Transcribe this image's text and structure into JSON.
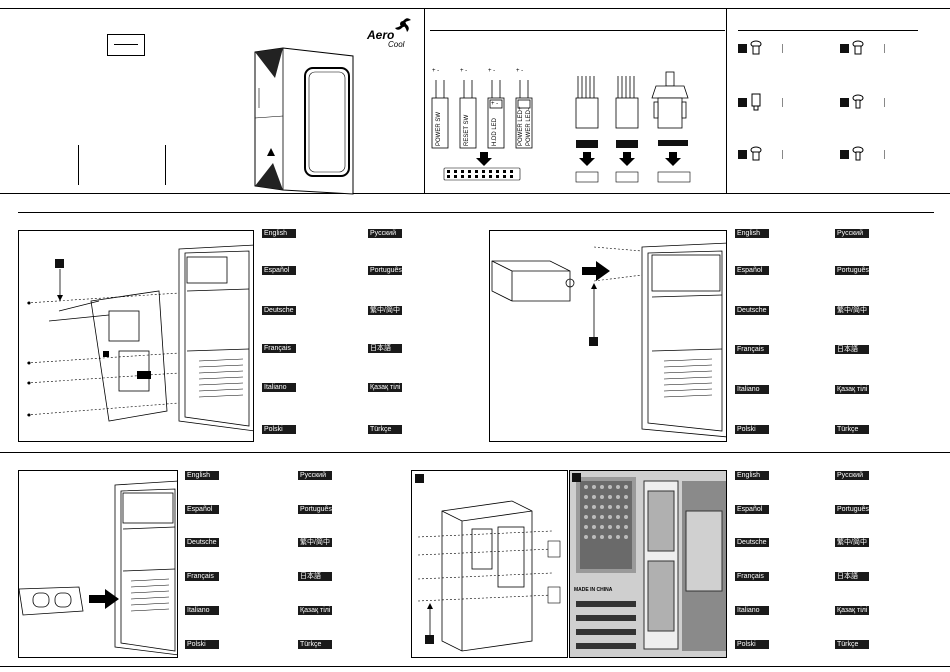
{
  "brand": {
    "name": "Aero",
    "sub": "Cool"
  },
  "connectors": {
    "polarity": "+ -",
    "labels": [
      "POWER SW",
      "RESET SW",
      "H.DD LED",
      "POWER LED+",
      "POWER LED-"
    ],
    "hdd_sign": "+ -"
  },
  "language_panels": [
    {
      "left": [
        "English",
        "Español",
        "Deutsche",
        "Français",
        "Italiano",
        "Polski"
      ],
      "right": [
        "Русский",
        "Português",
        "繁中/简中",
        "日本語",
        "Қазақ тілі",
        "Türkçe"
      ]
    },
    {
      "left": [
        "English",
        "Español",
        "Deutsche",
        "Français",
        "Italiano",
        "Polski"
      ],
      "right": [
        "Русский",
        "Português",
        "繁中/简中",
        "日本語",
        "Қазақ тілі",
        "Türkçe"
      ]
    },
    {
      "left": [
        "English",
        "Español",
        "Deutsche",
        "Français",
        "Italiano",
        "Polski"
      ],
      "right": [
        "Русский",
        "Português",
        "繁中/简中",
        "日本語",
        "Қазақ тілі",
        "Türkçe"
      ]
    },
    {
      "left": [
        "English",
        "Español",
        "Deutsche",
        "Français",
        "Italiano",
        "Polski"
      ],
      "right": [
        "Русский",
        "Português",
        "繁中/简中",
        "日本語",
        "Қазақ тілі",
        "Türkçe"
      ]
    }
  ],
  "photo_text": {
    "made_in": "MADE IN CHINA"
  }
}
